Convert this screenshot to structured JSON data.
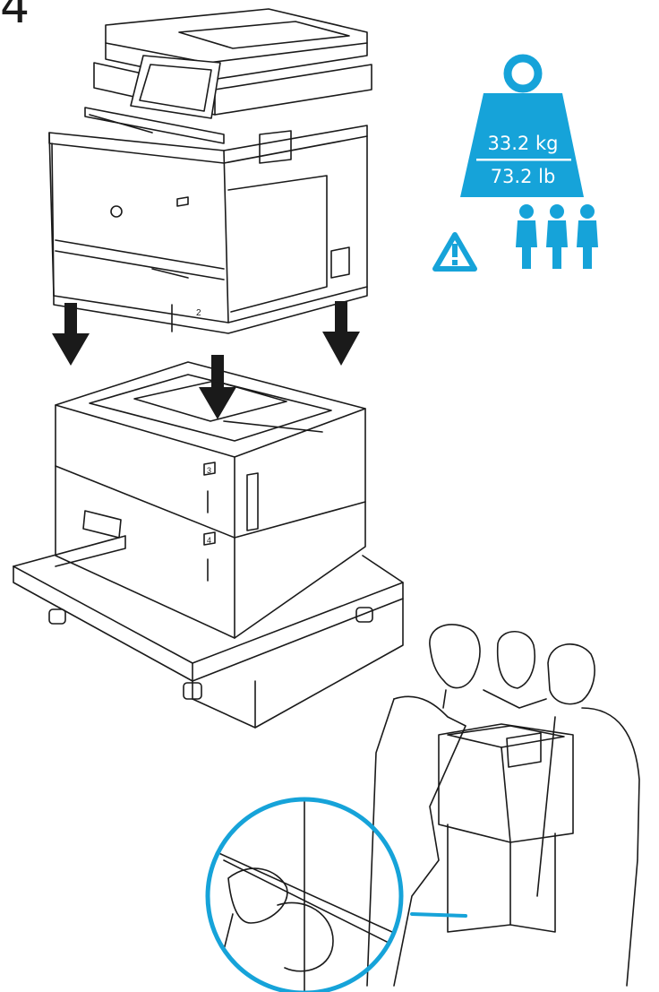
{
  "step": {
    "number": "4"
  },
  "weight_badge": {
    "kg": "33.2 kg",
    "lb": "73.2 lb",
    "icons": [
      "weight-icon",
      "warning-triangle-icon",
      "person-icon"
    ],
    "person_count": 3,
    "color": "#16a3d9"
  },
  "printer": {
    "tray_labels": [
      "2"
    ]
  },
  "feeder": {
    "tray_labels": [
      "3",
      "4"
    ]
  },
  "colors": {
    "accent": "#16a3d9",
    "line": "#1a1a1a",
    "arrow": "#1a1a1a"
  }
}
